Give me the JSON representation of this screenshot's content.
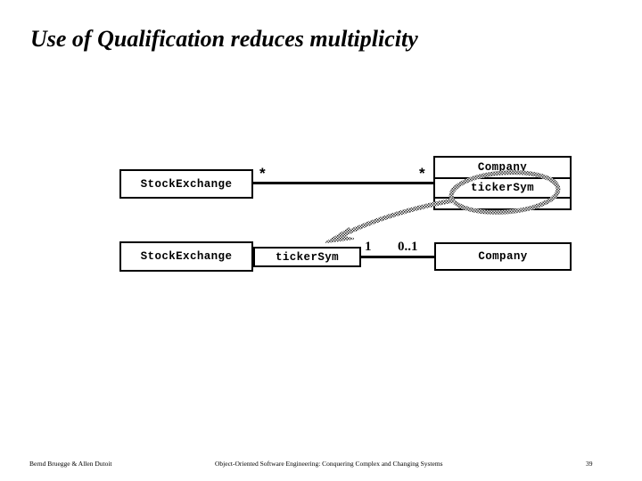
{
  "slide": {
    "title": "Use of Qualification reduces multiplicity"
  },
  "diagram": {
    "unqualified": {
      "label": "unqualified-association-row",
      "source_class": "StockExchange",
      "source_multiplicity": "*",
      "target_multiplicity": "*",
      "target_class": {
        "name": "Company",
        "attribute": "tickerSym",
        "operations": ""
      }
    },
    "qualified": {
      "label": "qualified-association-row",
      "source_class": "StockExchange",
      "qualifier": "tickerSym",
      "source_multiplicity": "1",
      "target_multiplicity": "0..1",
      "target_class": "Company"
    },
    "annotation": {
      "type": "hand-drawn-lasso-with-arrow",
      "circled_text": "tickerSym",
      "color": "#808080"
    }
  },
  "footer": {
    "authors": "Bernd Bruegge & Allen Dutoit",
    "book": "Object-Oriented Software Engineering: Conquering Complex and Changing Systems",
    "page": "39"
  }
}
